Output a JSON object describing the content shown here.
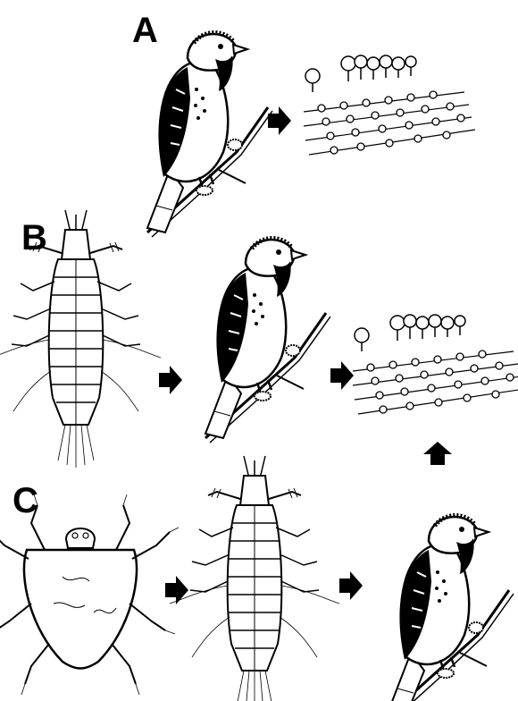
{
  "panels": {
    "a": {
      "label": "A"
    },
    "b": {
      "label": "B"
    },
    "c": {
      "label": "C"
    }
  },
  "colors": {
    "ink": "#000000",
    "paper": "#ffffff"
  },
  "icons": [
    "sparrow-icon",
    "crop-field-icon",
    "larva-icon",
    "mite-icon",
    "arrow-right-icon",
    "arrow-up-icon"
  ]
}
